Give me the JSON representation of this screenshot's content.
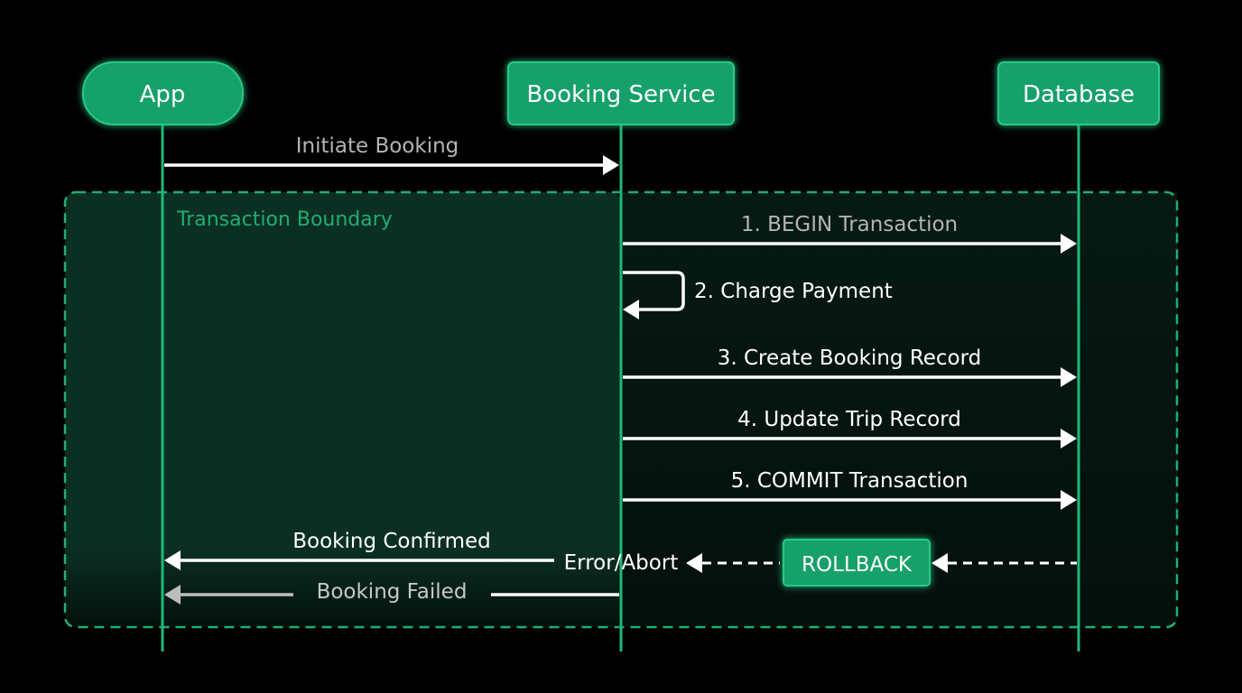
{
  "participants": {
    "app": "App",
    "booking_service": "Booking Service",
    "database": "Database"
  },
  "boundary_label": "Transaction Boundary",
  "messages": {
    "initiate": "Initiate Booking",
    "begin": "1. BEGIN Transaction",
    "charge": "2. Charge Payment",
    "create": "3. Create Booking Record",
    "update": "4. Update Trip Record",
    "commit": "5. COMMIT Transaction",
    "confirmed": "Booking Confirmed",
    "error": "Error/Abort",
    "rollback": "ROLLBACK",
    "failed": "Booking Failed"
  },
  "colors": {
    "background": "#000000",
    "accent": "#12a06a",
    "lifeline": "#1fb87a",
    "boundary_fill": "#0b2f22",
    "boundary_label": "#1fae73",
    "arrow": "#ffffff",
    "muted_text": "#b4b4b4"
  }
}
